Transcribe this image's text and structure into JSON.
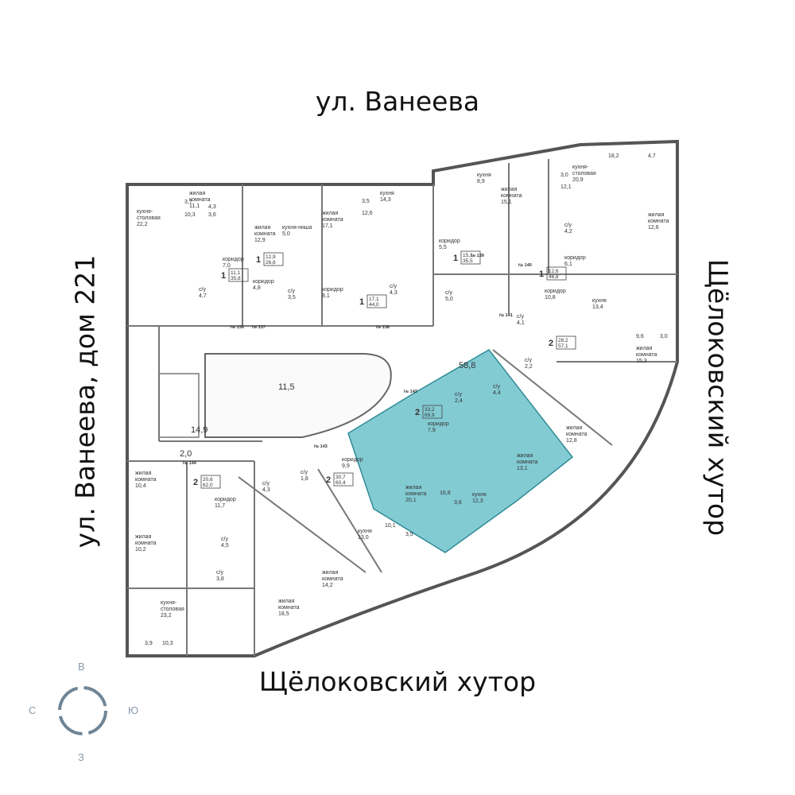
{
  "streets": {
    "top": "ул. Ванеева",
    "left": "ул. Ванеева, дом 221",
    "right": "Щёлоковский хутор",
    "bottom": "Щёлоковский хутор"
  },
  "compass": {
    "north": "В",
    "west": "С",
    "east": "Ю",
    "south": "З"
  },
  "highlight_color": "#5ab9c4",
  "apartments": [
    {
      "id": "apt-136",
      "number": "№ 136",
      "rooms": "1",
      "living": "11,1",
      "total": "35,8"
    },
    {
      "id": "apt-137",
      "number": "№ 137",
      "rooms": "1",
      "living": "12,9",
      "total": "26,6"
    },
    {
      "id": "apt-138",
      "number": "№ 138",
      "rooms": "1",
      "living": "17,1",
      "total": "44,0"
    },
    {
      "id": "apt-139",
      "number": "№ 139",
      "rooms": "1",
      "living": "15,1",
      "total": "35,5"
    },
    {
      "id": "apt-140",
      "number": "№ 140",
      "rooms": "1",
      "living": "12,6",
      "total": "46,8"
    },
    {
      "id": "apt-141",
      "number": "№ 141",
      "rooms": "2",
      "living": "28,2",
      "total": "57,1"
    },
    {
      "id": "apt-142",
      "number": "№ 142",
      "rooms": "2",
      "living": "33,2",
      "total": "69,9"
    },
    {
      "id": "apt-143",
      "number": "№ 143",
      "rooms": "2",
      "living": "30,7",
      "total": "60,4"
    },
    {
      "id": "apt-144",
      "number": "№ 144",
      "rooms": "2",
      "living": "20,6",
      "total": "62,0"
    }
  ],
  "room_labels": [
    "кухня-\nстоловая\n22,2",
    "жилая\nкомната\n11,1",
    "3,7",
    "10,3",
    "4,3",
    "3,6",
    "кухня-ниша\n5,0",
    "жилая\nкомната\n12,9",
    "жилая\nкомната\n17,1",
    "3,5",
    "12,6",
    "кухня\n14,3",
    "коридор\n7,0",
    "коридор\n4,8",
    "с/у\n4,7",
    "с/у\n3,5",
    "коридор\n8,1",
    "с/у\n4,3",
    "кухня\n8,9",
    "жилая\nкомната\n15,1",
    "3,0",
    "12,1",
    "кухня-\nстоловая\n20,9",
    "18,2",
    "4,7",
    "жилая\nкомната\n12,6",
    "коридор\n5,5",
    "с/у\n4,2",
    "коридор\n6,1",
    "с/у\n5,0",
    "коридор\n10,8",
    "с/у\n4,1",
    "кухня\n13,4",
    "9,6",
    "3,0",
    "жилая\nкомната\n15,3",
    "58,8",
    "11,5",
    "14,9",
    "2,0",
    "с/у\n2,4",
    "с/у\n4,4",
    "с/у\n2,2",
    "коридор\n7,9",
    "жилая\nкомната\n12,8",
    "жилая\nкомната\n13,1",
    "жилая\nкомната\n20,1",
    "16,8",
    "3,6",
    "кухня\n12,3",
    "коридор\n9,9",
    "с/у\n1,8",
    "с/у\n4,3",
    "10,1",
    "3,5",
    "кухня\n13,0",
    "жилая\nкомната\n14,2",
    "жилая\nкомната\n18,5",
    "жилая\nкомната\n10,4",
    "коридор\n11,7",
    "жилая\nкомната\n10,2",
    "с/у\n4,5",
    "с/у\n3,8",
    "кухня-\nстоловая\n23,2",
    "3,9",
    "10,3"
  ]
}
